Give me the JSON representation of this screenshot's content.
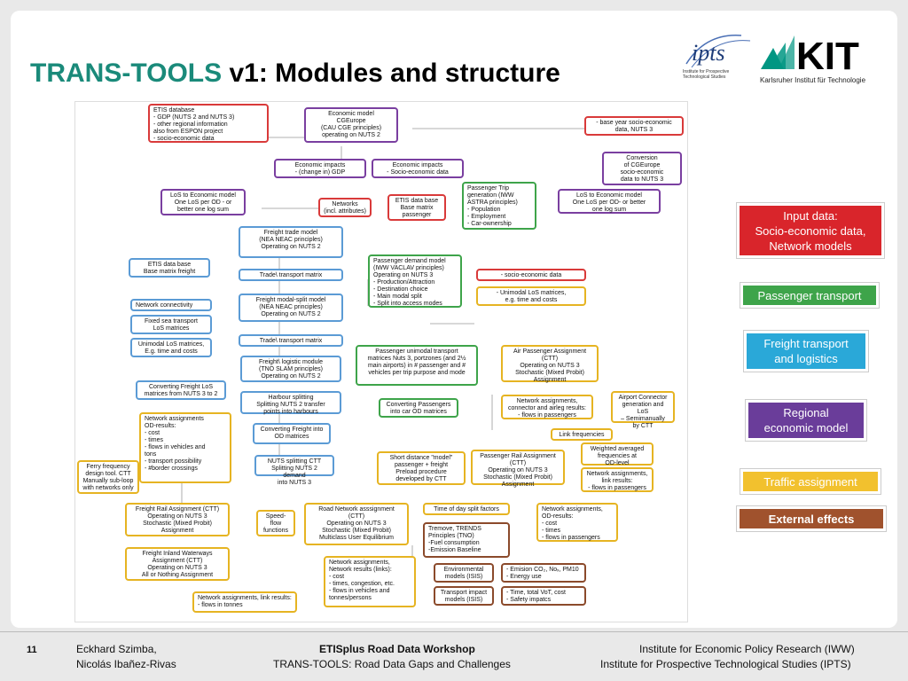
{
  "header": {
    "title_accent": "TRANS-TOOLS",
    "title_rest": " v1: Modules and structure",
    "ipts_logo_text": "ipts",
    "ipts_logo_subtitle": "Institute for Prospective Technological Studies",
    "kit_logo_text": "KIT",
    "kit_logo_subtitle": "Karlsruher Institut für Technologie"
  },
  "colors": {
    "accent": "#1a8a7a",
    "input": "#d9252b",
    "passenger": "#3ea44a",
    "freight": "#2aa8d8",
    "regional": "#6a3d9a",
    "traffic": "#f2c12e",
    "external": "#a0522d"
  },
  "legend": [
    {
      "label": "Input data:\nSocio-economic data,\nNetwork models",
      "color": "#d9252b"
    },
    {
      "label": "Passenger transport",
      "color": "#3ea44a"
    },
    {
      "label": "Freight transport\nand logistics",
      "color": "#2aa8d8"
    },
    {
      "label": "Regional\neconomic model",
      "color": "#6a3d9a"
    },
    {
      "label": "Traffic assignment",
      "color": "#f2c12e"
    },
    {
      "label": "External effects",
      "color": "#a0522d"
    }
  ],
  "diagram": {
    "etis_database": "ETIS database\n- GDP (NUTS 2 and NUTS 3)\n- other regional information\n  also from ESPON project\n- socio-economic data",
    "economic_model": "Economic model\nCGEurope\n(CAU CGE principles)\noperating on NUTS 2",
    "base_year": "- base year socio-economic\ndata, NUTS 3",
    "econ_impacts_gdp": "Economic impacts\n- (change in) GDP",
    "econ_impacts_socio": "Economic impacts\n- Socio-economic data",
    "conversion": "Conversion\nof CGEurope\nsocio-economic\ndata to NUTS 3",
    "los_econ_left": "LoS to Economic model\nOne LoS per OD - or\nbetter one log sum",
    "networks": "Networks\n(incl. attributes)",
    "etis_base_passenger": "ETIS data base\nBase matrix\npassenger",
    "trip_generation": "Passenger Trip\ngeneration (IWW\nASTRA principles)\n- Population\n- Employment\n- Car-ownership",
    "los_econ_right": "LoS to Economic model\nOne LoS per OD- or better\none log sum",
    "freight_trade": "Freight trade model\n(NEA NEAC principles)\nOperating on NUTS 2",
    "etis_base_freight": "ETIS data base\nBase matrix freight",
    "trade_matrix_1": "Trade\\ transport matrix",
    "passenger_demand": "Passenger demand model\n(IWW VACLAV principles)\nOperating on NUTS 3\n- Production/Attraction\n- Destination choice\n- Main modal split\n- Split into access modes",
    "socio_data": "- socio-economic data",
    "unimodal_los_passenger": "- Unimodal LoS matrices,\ne.g. time and costs",
    "network_connectivity": "Network connectivity",
    "freight_modal_split": "Freight modal-split model\n(NEA NEAC principles)\nOperating on NUTS 2",
    "fixed_sea": "Fixed sea transport\nLoS matrices",
    "unimodal_los_freight": "Unimodal LoS matrices,\nE.g. time and costs",
    "trade_matrix_2": "Trade\\ transport matrix",
    "passenger_unimodal_matrices": "Passenger unimodal transport\nmatrices Nuts 3, portzones (and 2½\nmain airports) in # passenger and #\nvehicles per trip purpose and mode",
    "air_passenger_assignment": "Air Passenger Assignment\n(CTT)\nOperating on NUTS 3\nStochastic (Mixed Probit)\nAssignment",
    "freight_logistic": "Freight\\ logistic module\n(TNO SLAM principles)\nOperating on NUTS 2",
    "converting_freight_los": "Converting Freight LoS\nmatrices from NUTS 3 to 2",
    "harbour_splitting": "Harbour splitting\nSplitting NUTS 2 transfer\npoints into harbours",
    "converting_passengers": "Converting Passengers\ninto car OD matrices",
    "network_assignments_air": "Network assignments,\nconnector and airleg results:\n- flows in passengers",
    "airport_connector": "Airport Connector\ngeneration and LoS\n– Semimanually\nby CTT",
    "network_assignments_od": "Network assignments\nOD-results:\n- cost\n- times\n- flows in vehicles and\ntons\n- transport possibility\n- #border crossings",
    "converting_freight_od": "Converting Freight into\nOD matrices",
    "link_frequencies": "Link frequencies",
    "weighted_frequencies": "Weighted averaged\nfrequencies at\nOD-level",
    "ferry_frequency": "Ferry frequency\ndesign tool. CTT\nManually sub-loop\nwith networks only",
    "nuts_splitting": "NUTS splitting CTT\nSplitting NUTS 2 demand\ninto NUTS 3",
    "short_distance": "Short distance \"model\"\npassenger + freight\nPreload procedure\ndeveloped by CTT",
    "passenger_rail": "Passenger Rail Assignment\n(CTT)\nOperating on NUTS 3\nStochastic (Mixed Probit)\nAssignment",
    "network_assignments_rail": "Network assignments,\nlink results:\n- flows in passengers",
    "freight_rail": "Freight Rail Assignment (CTT)\nOperating on NUTS 3\nStochastic (Mixed Probit)\nAssignment",
    "speed_flow": "Speed-\nflow\nfunctions",
    "road_network": "Road Network asssignment\n(CTT)\nOperating on NUTS 3\nStochastic (Mixed Probit)\nMulticlass User Equilibrium",
    "time_of_day": "Time of day split factors",
    "network_assignments_road": "Network assignments,\nOD-results:\n- cost\n- times\n- flows in passengers",
    "tremove": "Tremove, TRENDS\nPrinciples (TNO)\n-Fuel consumption\n-Emission Baseline",
    "freight_inland": "Freight Inland Waterways\nAssignment (CTT)\nOperating on NUTS 3\nAll or Nothing Assignment",
    "network_assignments_links": "Network assignments,\nNetwork results (links):\n- cost\n- times, congestion, etc.\n- flows in vehicles and\n  tonnes/persons",
    "environmental_models": "Environmental\nmodels (ISIS)",
    "emission": "- Emision CO₂, Noₓ, PM10\n- Energy use",
    "transport_impact": "Transport impact\nmodels (ISIS)",
    "time_total": "- Time, total VoT, cost\n- Safety impatcs",
    "network_assignments_tonnes": "Network assignments, link results:\n- flows in tonnes"
  },
  "footer": {
    "page_number": "11",
    "author_1": "Eckhard Szimba,",
    "author_2": "Nicolás Ibañez-Rivas",
    "event": "ETISplus Road Data Workshop",
    "subtitle": "TRANS-TOOLS: Road Data Gaps and Challenges",
    "inst_1": "Institute for Economic Policy Research (IWW)",
    "inst_2": "Institute for Prospective Technological Studies (IPTS)"
  }
}
